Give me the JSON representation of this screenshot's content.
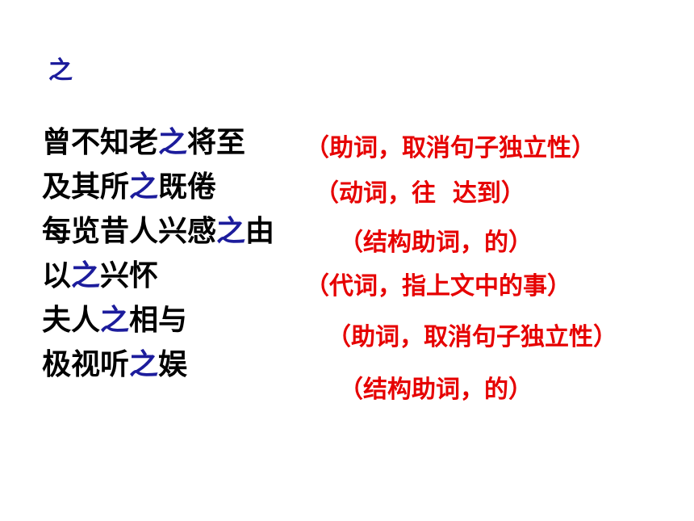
{
  "heading": "之",
  "colors": {
    "background": "#ffffff",
    "text": "#000000",
    "highlight": "#1c1c9c",
    "gloss": "#e60000"
  },
  "sentences": [
    {
      "pre": "曾不知老",
      "zhi": "之",
      "post": "将至"
    },
    {
      "pre": "及其所",
      "zhi": "之",
      "post": "既倦"
    },
    {
      "pre": "每览昔人兴感",
      "zhi": "之",
      "post": "由"
    },
    {
      "pre": "以",
      "zhi": "之",
      "post": "兴怀"
    },
    {
      "pre": "夫人",
      "zhi": "之",
      "post": "相与"
    },
    {
      "pre": "极视听",
      "zhi": "之",
      "post": "娱"
    }
  ],
  "glosses": [
    "（助词，取消句子独立性）",
    "（动词，往  达到）",
    "（结构助词，的）",
    "（代词，指上文中的事）",
    "（助词，取消句子独立性）",
    "（结构助词，的）"
  ]
}
